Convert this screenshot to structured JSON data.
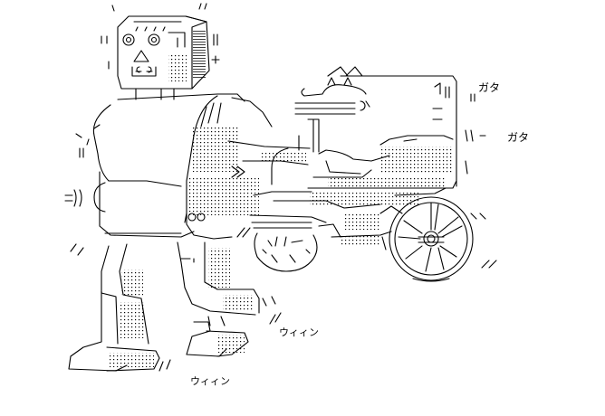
{
  "artwork": {
    "style": "monochrome-line-art",
    "ink_color": "#000000",
    "paper_color": "#ffffff",
    "subjects": [
      "robot-horse-body",
      "locomotive-carriage"
    ]
  },
  "sound_effects": {
    "rattle_1": "ガタ",
    "rattle_2": "ガタ",
    "whir_1": "ウィィン",
    "whir_2": "ウィィン"
  }
}
